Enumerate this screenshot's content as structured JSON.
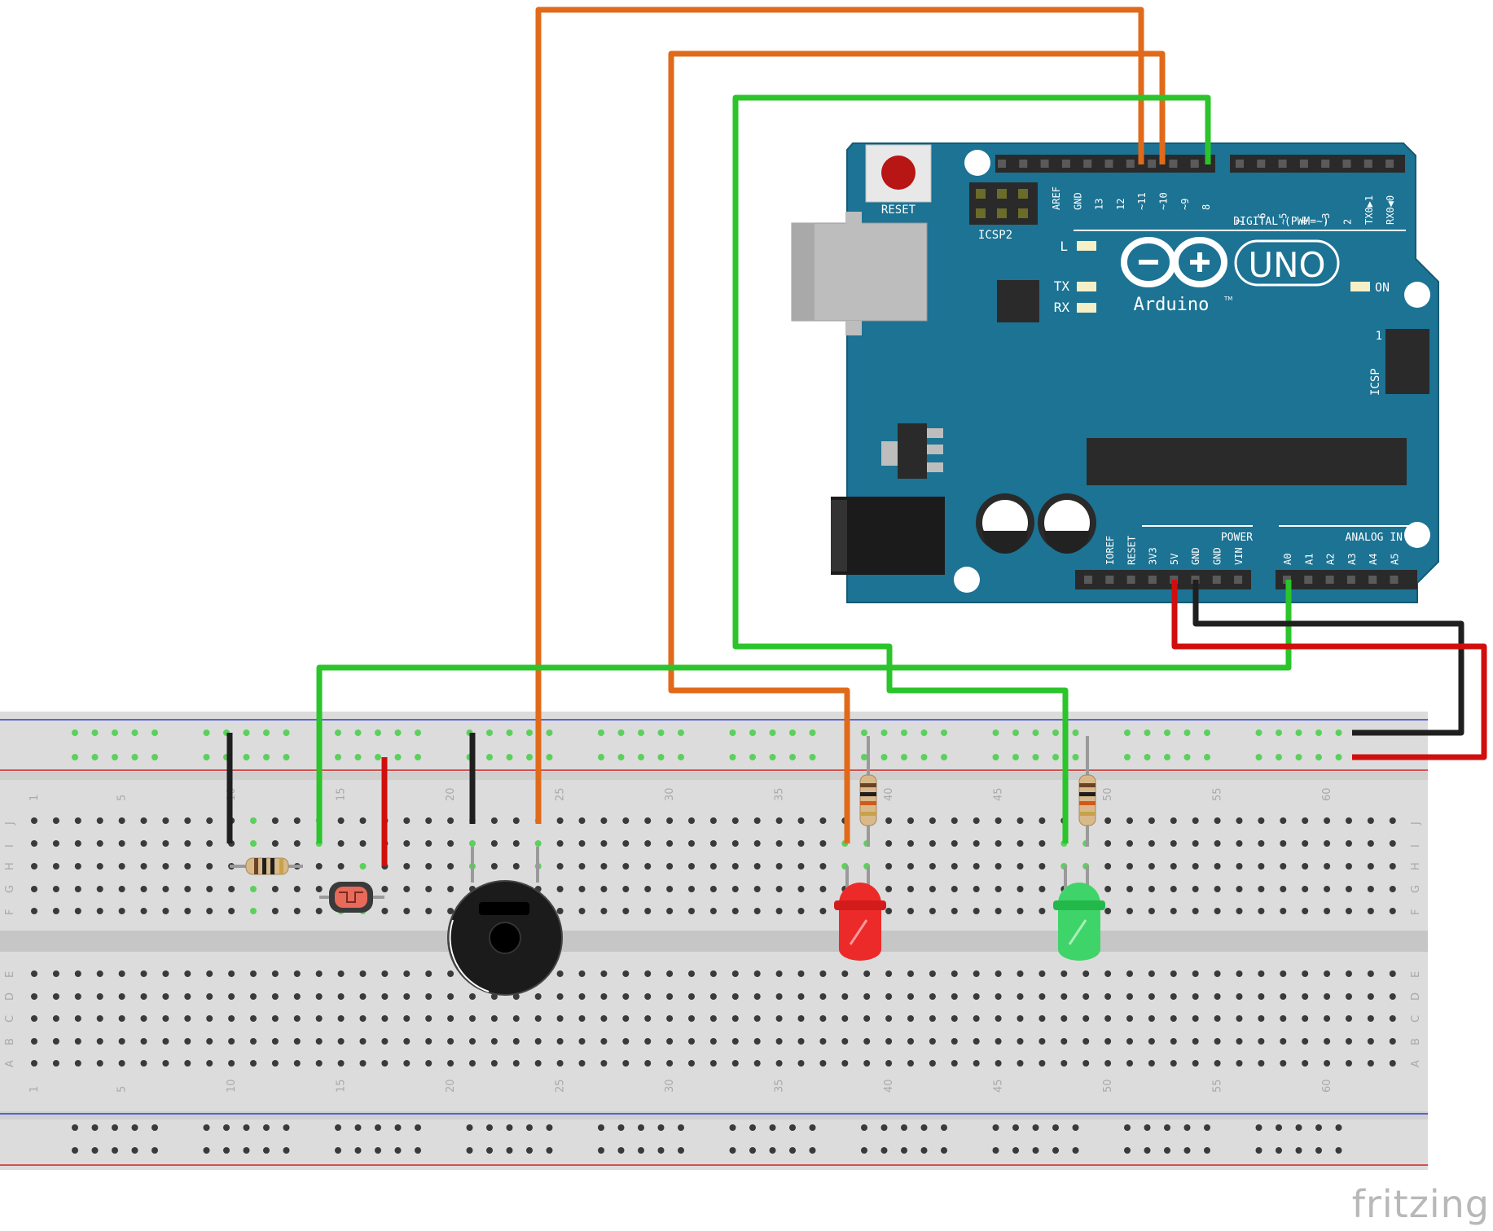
{
  "arduino": {
    "reset_label": "RESET",
    "icsp2_label": "ICSP2",
    "icsp_label": "ICSP",
    "icsp_pin1": "1",
    "digital_label": "DIGITAL (PWM=~)",
    "uno_label": "UNO",
    "brand_label": "Arduino",
    "tm": "TM",
    "led_l": "L",
    "led_tx": "TX",
    "led_rx": "RX",
    "led_on": "ON",
    "power_label": "POWER",
    "analog_label": "ANALOG IN",
    "digital_pins_left": [
      "AREF",
      "GND",
      "13",
      "12",
      "~11",
      "~10",
      "~9",
      "8"
    ],
    "digital_pins_right": [
      "7",
      "~6",
      "~5",
      "4",
      "~3",
      "2",
      "TX0▶1",
      "RX0◀0"
    ],
    "power_pins": [
      "IOREF",
      "RESET",
      "3V3",
      "5V",
      "GND",
      "GND",
      "VIN"
    ],
    "analog_pins": [
      "A0",
      "A1",
      "A2",
      "A3",
      "A4",
      "A5"
    ]
  },
  "breadboard": {
    "columns": 63,
    "column_labels": [
      "1",
      "5",
      "10",
      "15",
      "20",
      "25",
      "30",
      "35",
      "40",
      "45",
      "50",
      "55",
      "60"
    ],
    "top_rows": [
      "J",
      "I",
      "H",
      "G",
      "F"
    ],
    "bottom_rows": [
      "E",
      "D",
      "C",
      "B",
      "A"
    ]
  },
  "colors": {
    "wire_orange": "#e06a1a",
    "wire_green": "#2bc42b",
    "wire_red": "#d10e0e",
    "wire_black": "#1f1f1f",
    "arduino_blue": "#1c7394",
    "breadboard": "#dcdcdc"
  },
  "components": [
    "resistor",
    "photoresistor",
    "piezo-buzzer",
    "red-led",
    "green-led",
    "resistor",
    "resistor"
  ],
  "watermark": "fritzing"
}
